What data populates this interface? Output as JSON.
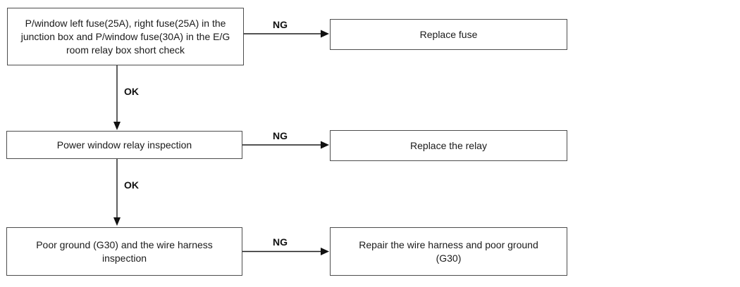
{
  "diagram": {
    "background": "#ffffff",
    "colors": {
      "box_border": "#4d4d4d",
      "line": "#1a1a1a",
      "text": "#1a1a1a"
    },
    "labels": {
      "ng": "NG",
      "ok": "OK"
    },
    "nodes": {
      "step_fuse_check": "P/window left fuse(25A), right fuse(25A) in the junction box and P/window fuse(30A) in the E/G room relay box short check",
      "action_replace_fuse": "Replace fuse",
      "step_relay_inspection": "Power window relay inspection",
      "action_replace_relay": "Replace the relay",
      "step_ground_harness_inspection": "Poor ground (G30) and the wire harness inspection",
      "action_repair_harness": "Repair the wire harness and poor ground (G30)"
    },
    "flow": [
      {
        "from": "step_fuse_check",
        "result": "NG",
        "to": "action_replace_fuse"
      },
      {
        "from": "step_fuse_check",
        "result": "OK",
        "to": "step_relay_inspection"
      },
      {
        "from": "step_relay_inspection",
        "result": "NG",
        "to": "action_replace_relay"
      },
      {
        "from": "step_relay_inspection",
        "result": "OK",
        "to": "step_ground_harness_inspection"
      },
      {
        "from": "step_ground_harness_inspection",
        "result": "NG",
        "to": "action_repair_harness"
      }
    ]
  }
}
